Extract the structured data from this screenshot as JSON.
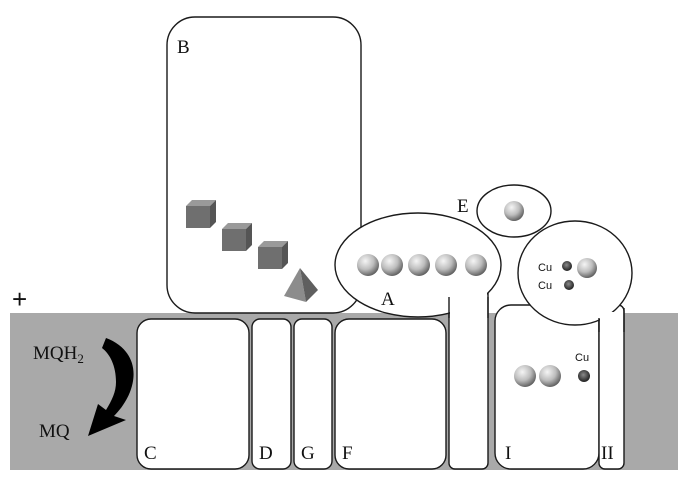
{
  "colors": {
    "membrane": "#a9a9a9",
    "outline": "#1a1a1a",
    "sphere_light": "#f2f2f2",
    "sphere_dark": "#6e6e6e",
    "heme_block": "#7a7a7a",
    "copper_site": "#3c3c3c",
    "arrow": "#000000"
  },
  "labels": {
    "plus_sign": "+",
    "subunit_A": "A",
    "subunit_B": "B",
    "subunit_C": "C",
    "subunit_D": "D",
    "subunit_E": "E",
    "subunit_F": "F",
    "subunit_G": "G",
    "subunit_I": "I",
    "subunit_II": "II",
    "mqh2_main": "MQH",
    "mqh2_sub": "2",
    "mq": "MQ",
    "cu_1": "Cu",
    "cu_2": "Cu",
    "cu_3": "Cu"
  },
  "icons": {
    "heme_cubes": "cube-icon",
    "iron_sulfur_tetrahedron": "tetrahedron-icon",
    "metal_spheres": "sphere-icon",
    "electron_flow_arrow": "curved-arrow-icon"
  }
}
